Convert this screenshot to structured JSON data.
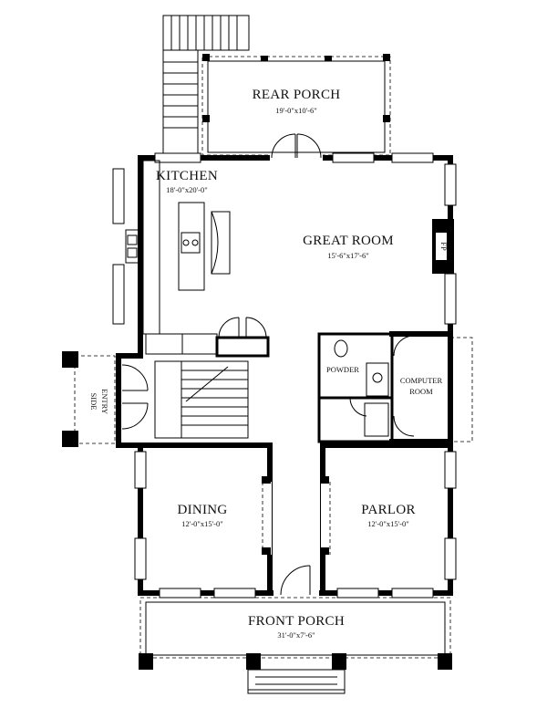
{
  "rooms": {
    "rear_porch": {
      "name": "REAR PORCH",
      "dim": "19'-0\"x10'-6\""
    },
    "kitchen": {
      "name": "KITCHEN",
      "dim": "18'-0\"x20'-0\""
    },
    "great_room": {
      "name": "GREAT ROOM",
      "dim": "15'-6\"x17'-6\""
    },
    "dining": {
      "name": "DINING",
      "dim": "12'-0\"x15'-0\""
    },
    "parlor": {
      "name": "PARLOR",
      "dim": "12'-0\"x15'-0\""
    },
    "front_porch": {
      "name": "FRONT PORCH",
      "dim": "31'-0\"x7'-6\""
    }
  },
  "labels": {
    "powder": "POWDER",
    "computer_room_line1": "COMPUTER",
    "computer_room_line2": "ROOM",
    "side_entry_line1": "SIDE",
    "side_entry_line2": "ENTRY",
    "fireplace": "FP"
  }
}
